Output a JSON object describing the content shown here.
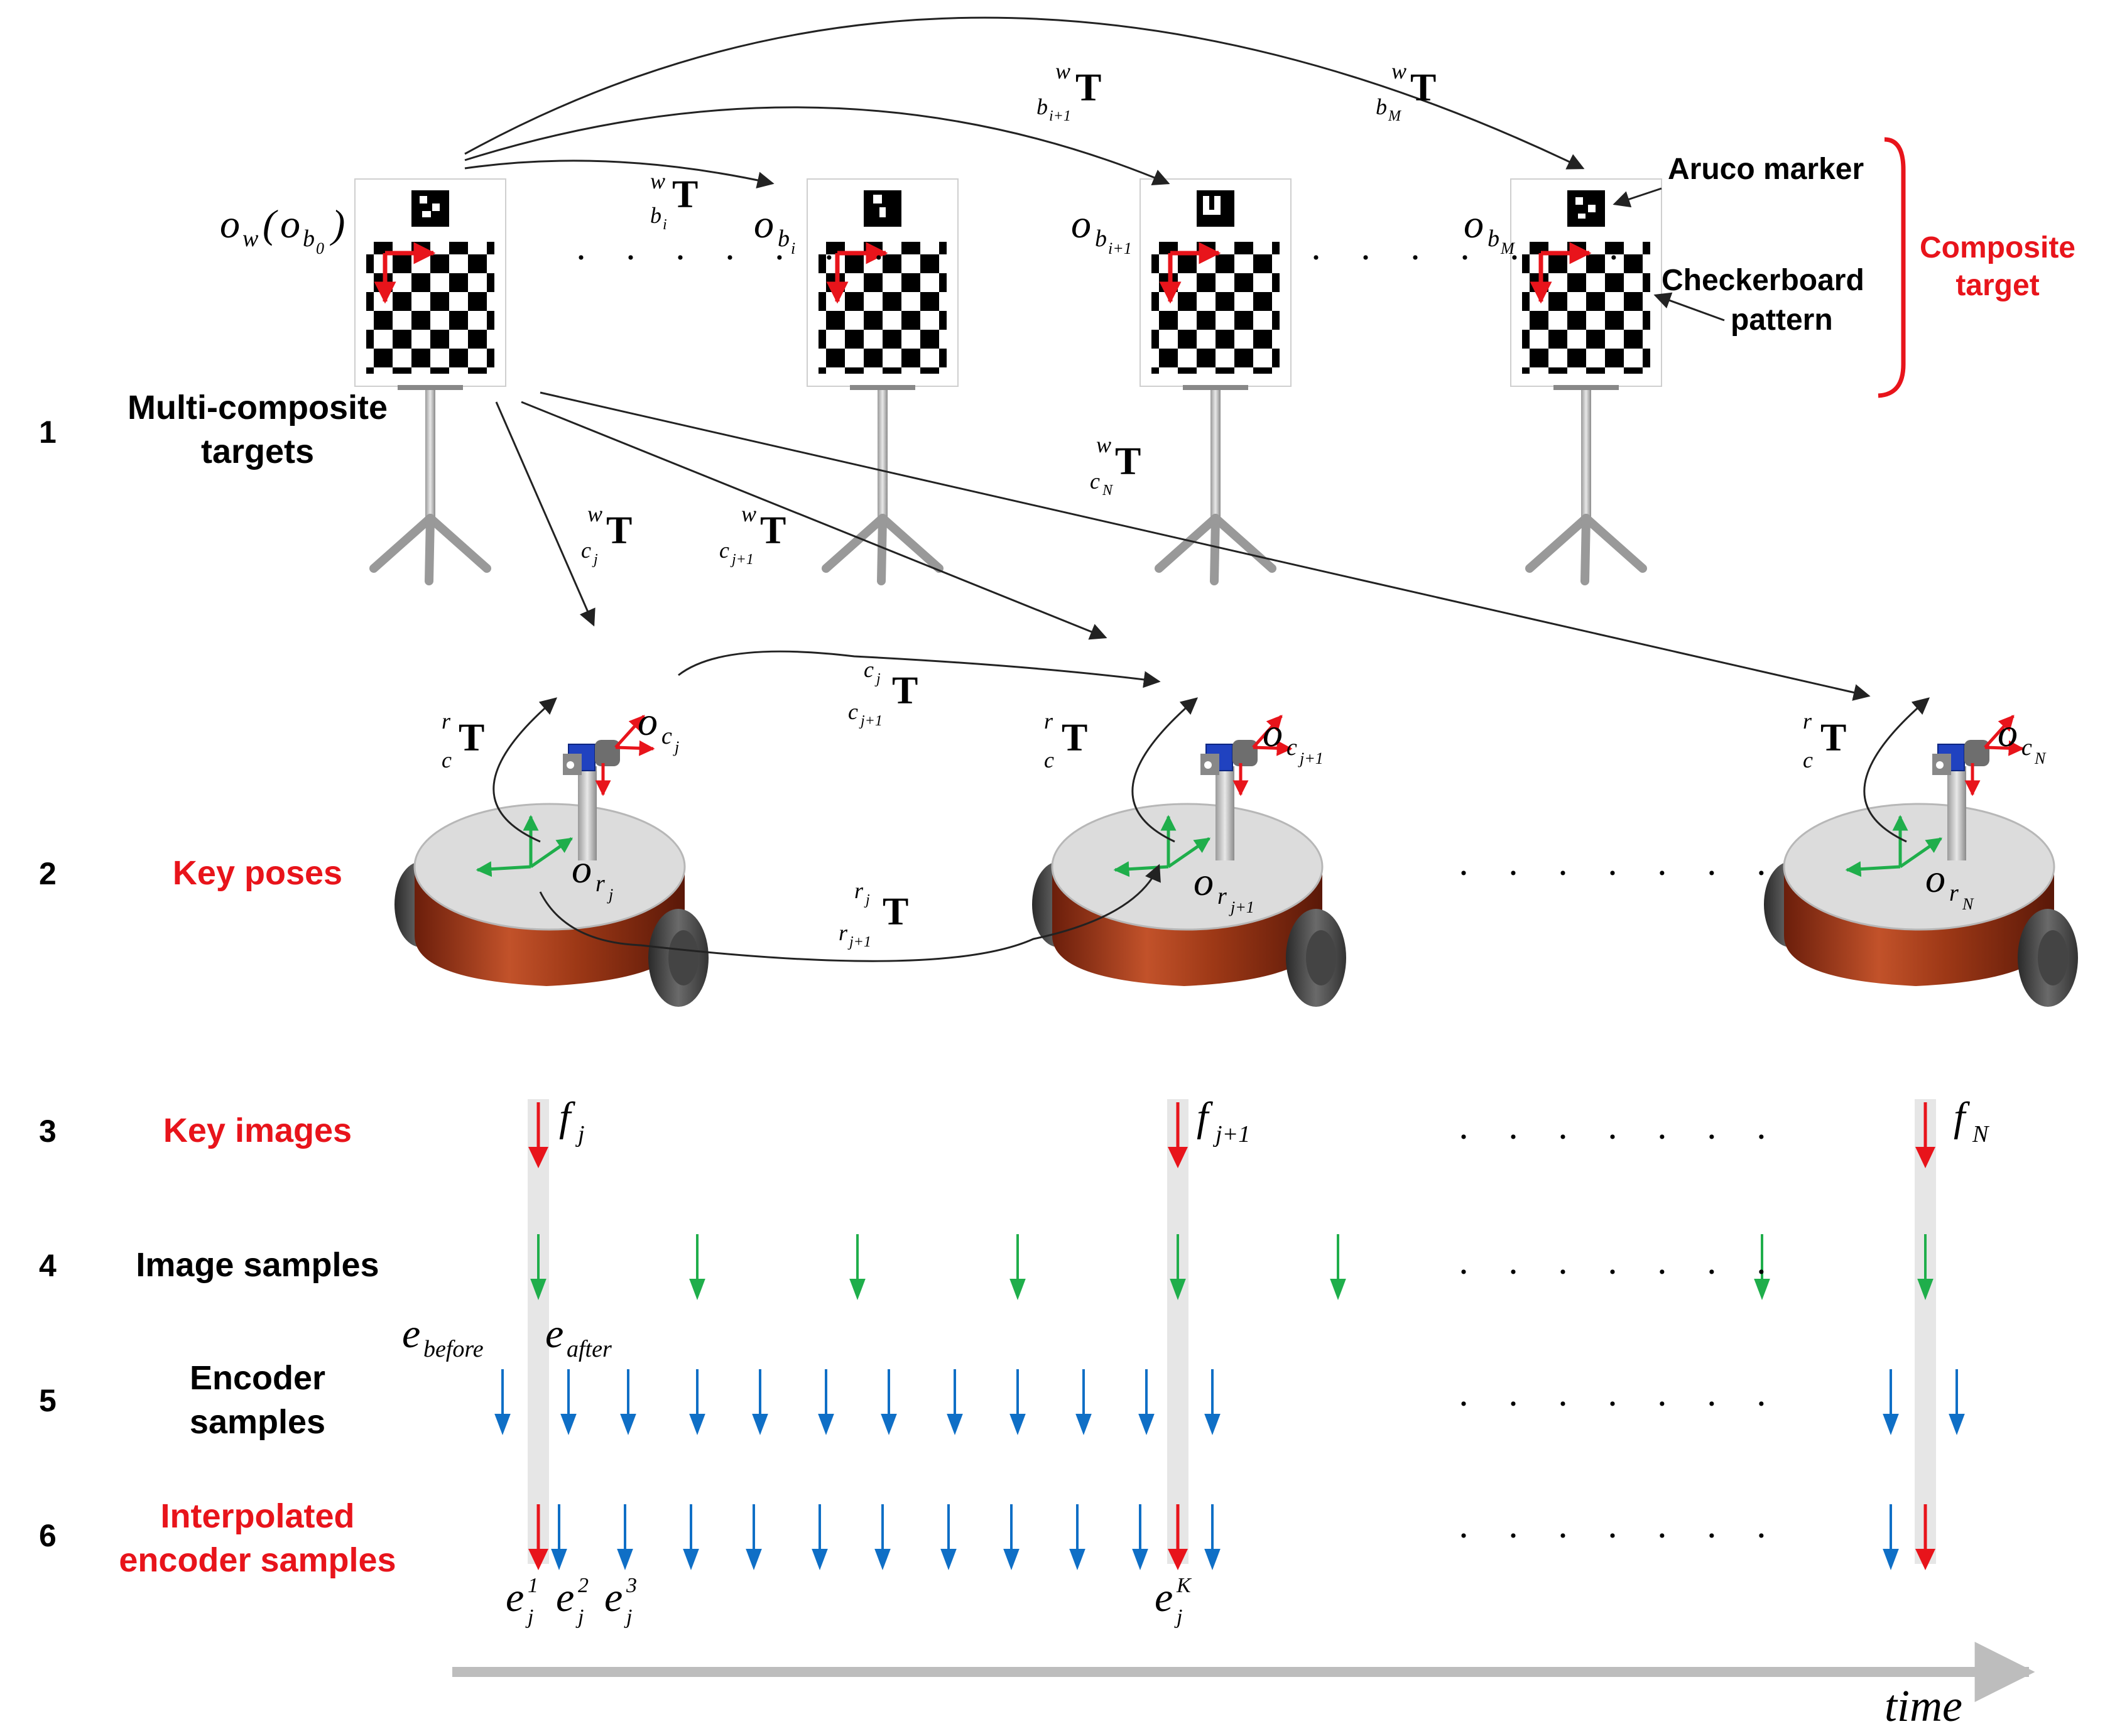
{
  "rows": [
    {
      "number": "1",
      "label_lines": [
        "Multi-composite",
        "targets"
      ],
      "color": "#000000"
    },
    {
      "number": "2",
      "label_lines": [
        "Key poses"
      ],
      "color": "#e8141b"
    },
    {
      "number": "3",
      "label_lines": [
        "Key images"
      ],
      "color": "#e8141b"
    },
    {
      "number": "4",
      "label_lines": [
        "Image samples"
      ],
      "color": "#000000"
    },
    {
      "number": "5",
      "label_lines": [
        "Encoder",
        "samples"
      ],
      "color": "#000000"
    },
    {
      "number": "6",
      "label_lines": [
        "Interpolated",
        "encoder samples"
      ],
      "color": "#e8141b"
    }
  ],
  "annotations": {
    "aruco": "Aruco marker",
    "checker_1": "Checkerboard",
    "checker_2": "pattern",
    "composite_1": "Composite",
    "composite_2": "target",
    "time": "time"
  },
  "ellipsis": "· · · · · · ·",
  "frames": {
    "ow": "o",
    "ow_sub": "w",
    "ob0_paren_open": "(",
    "ob0": "o",
    "ob0_sub": "b",
    "ob0_subsub": "0",
    "paren_close": ")",
    "obi": "o",
    "obi_sub": "b",
    "obi_subsub": "i",
    "obi1": "o",
    "obi1_sub": "b",
    "obi1_subsub": "i+1",
    "obM": "o",
    "obM_sub": "b",
    "obM_subsub": "M",
    "ocj": "o",
    "ocj_sub": "c",
    "ocj_subsub": "j",
    "ocj1": "o",
    "ocj1_sub": "c",
    "ocj1_subsub": "j+1",
    "ocN": "o",
    "ocN_sub": "c",
    "ocN_subsub": "N",
    "orj": "o",
    "orj_sub": "r",
    "orj_subsub": "j",
    "orj1": "o",
    "orj1_sub": "r",
    "orj1_subsub": "j+1",
    "orN": "o",
    "orN_sub": "r",
    "orN_subsub": "N"
  },
  "transforms": {
    "T": "T",
    "w": "w",
    "r": "r",
    "c": "c",
    "bi_sub": "b",
    "bi_subsub": "i",
    "bi1_sub": "b",
    "bi1_subsub": "i+1",
    "bM_sub": "b",
    "bM_subsub": "M",
    "cj_sub": "c",
    "cj_subsub": "j",
    "cj1_sub": "c",
    "cj1_subsub": "j+1",
    "cN_sub": "c",
    "cN_subsub": "N",
    "cjcj1_sup": "c",
    "cjcj1_supsub": "j",
    "cjcj1_sub": "c",
    "cjcj1_subsub": "j+1",
    "rjrj1_sup": "r",
    "rjrj1_supsub": "j",
    "rjrj1_sub": "r",
    "rjrj1_subsub": "j+1"
  },
  "key_images": {
    "fj": "f",
    "fj_sub": "j",
    "fj1": "f",
    "fj1_sub": "j+1",
    "fN": "f",
    "fN_sub": "N"
  },
  "encoder_labels": {
    "before": "e",
    "before_sub": "before",
    "after": "e",
    "after_sub": "after",
    "e1": "e",
    "e1_sup": "1",
    "e1_sub": "j",
    "e2": "e",
    "e2_sup": "2",
    "e2_sub": "j",
    "e3": "e",
    "e3_sup": "3",
    "e3_sub": "j",
    "eK": "e",
    "eK_sup": "K",
    "eK_sub": "j"
  },
  "colors": {
    "red": "#e8141b",
    "green": "#1fae4b",
    "blue": "#0f6fc6",
    "body": "#b5451f",
    "gray_band": "#e6e6e6"
  }
}
